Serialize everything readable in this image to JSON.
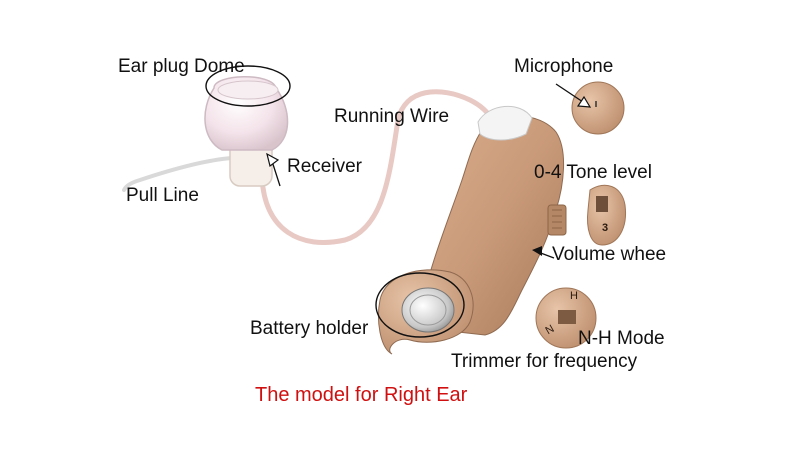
{
  "labels": {
    "ear_plug_dome": "Ear plug Dome",
    "microphone": "Microphone",
    "running_wire": "Running Wire",
    "receiver": "Receiver",
    "tone_level": "0-4 Tone level",
    "pull_line": "Pull Line",
    "volume_wheel": "Volume whee",
    "battery_holder": "Battery holder",
    "nh_mode": "N-H Mode",
    "trimmer": "Trimmer for frequency"
  },
  "dial_marks": {
    "tone_dial_number": "3",
    "mode_high": "H",
    "mode_normal": "N"
  },
  "caption": "The model for Right Ear",
  "colors": {
    "caption": "#d01010",
    "body_skin": "#c99a79",
    "body_shadow": "#a87a5a",
    "dome": "#f2e4ea",
    "wire": "#e8c9c4"
  }
}
